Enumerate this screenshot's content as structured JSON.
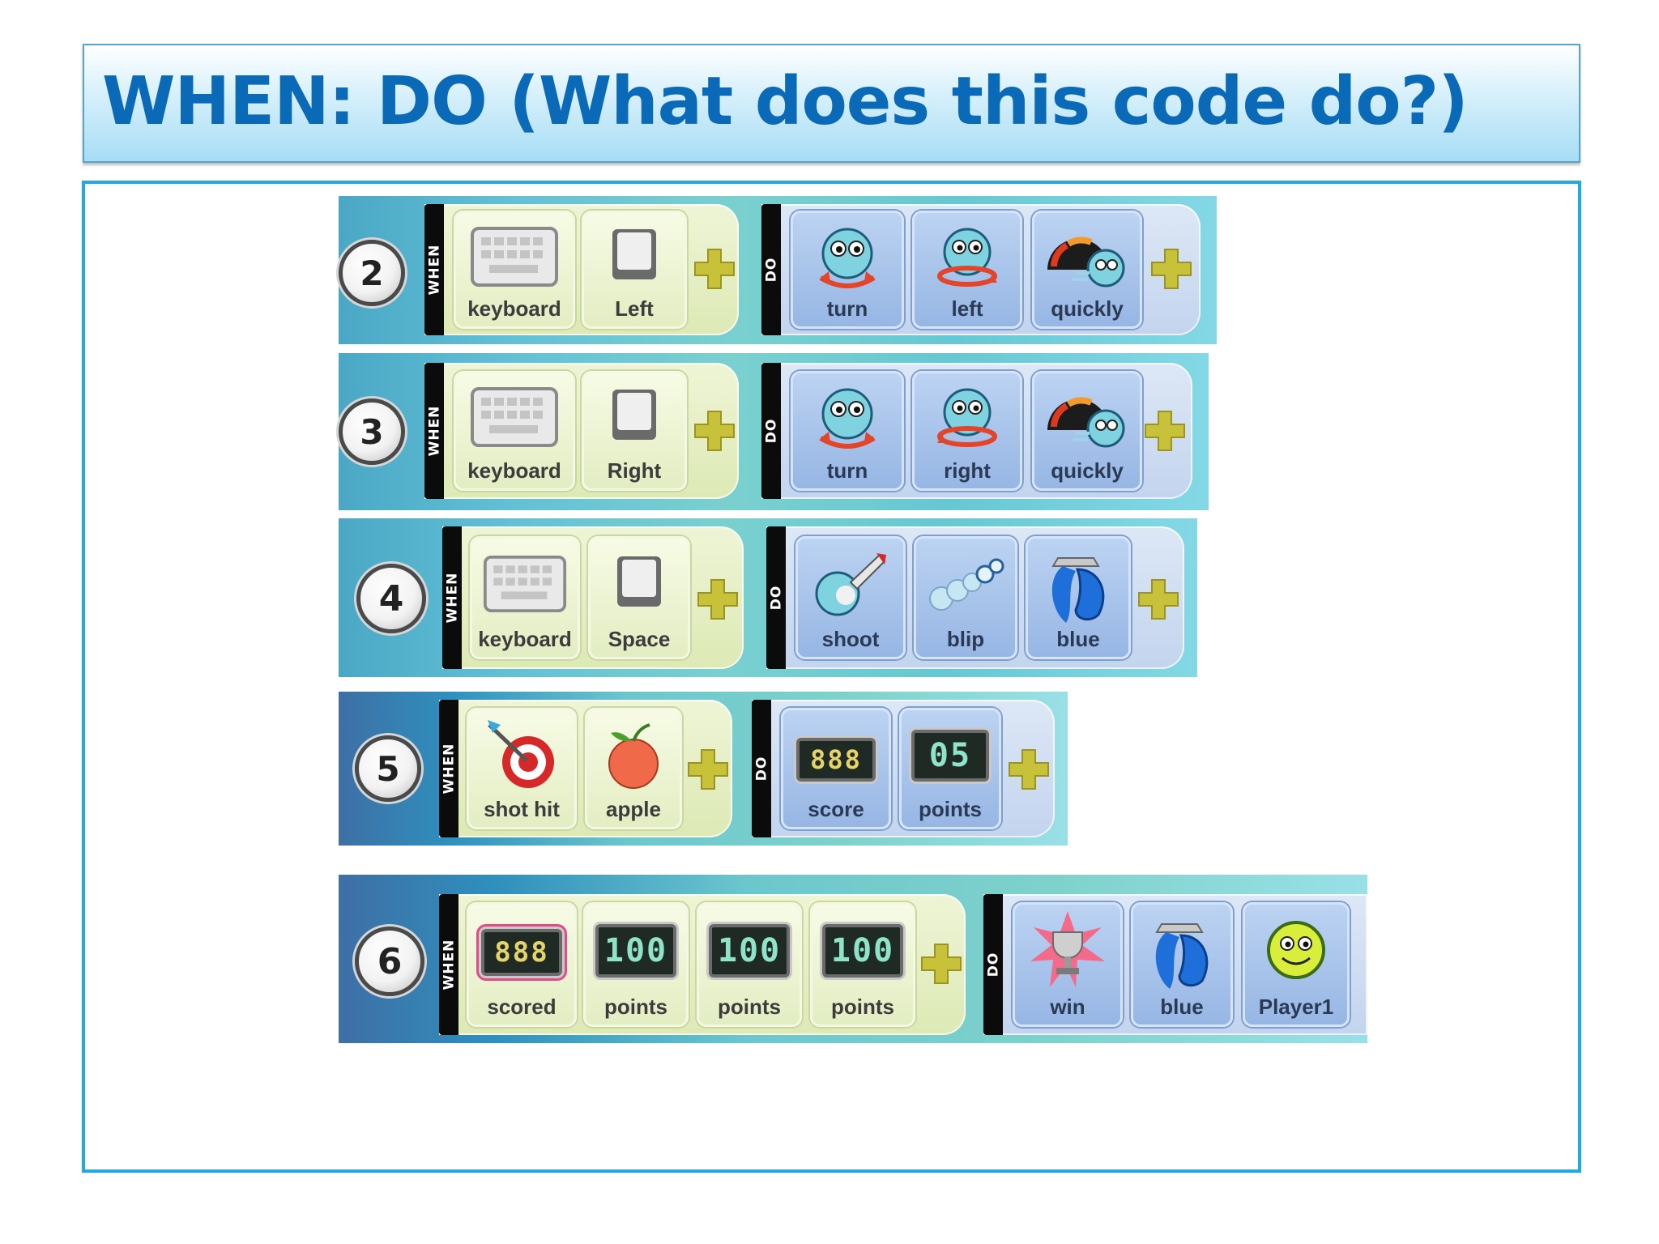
{
  "slide": {
    "title": "WHEN: DO (What does this code do?)"
  },
  "panel_labels": {
    "when": "WHEN",
    "do": "DO"
  },
  "rules": [
    {
      "number": "2",
      "when": [
        {
          "label": "keyboard",
          "icon": "keyboard-icon"
        },
        {
          "label": "Left",
          "icon": "key-icon"
        }
      ],
      "do": [
        {
          "label": "turn",
          "icon": "turn-icon"
        },
        {
          "label": "left",
          "icon": "rotate-left-icon"
        },
        {
          "label": "quickly",
          "icon": "speedometer-icon"
        }
      ]
    },
    {
      "number": "3",
      "when": [
        {
          "label": "keyboard",
          "icon": "keyboard-icon"
        },
        {
          "label": "Right",
          "icon": "key-icon"
        }
      ],
      "do": [
        {
          "label": "turn",
          "icon": "turn-icon"
        },
        {
          "label": "right",
          "icon": "rotate-right-icon"
        },
        {
          "label": "quickly",
          "icon": "speedometer-icon"
        }
      ]
    },
    {
      "number": "4",
      "when": [
        {
          "label": "keyboard",
          "icon": "keyboard-icon"
        },
        {
          "label": "Space",
          "icon": "key-icon"
        }
      ],
      "do": [
        {
          "label": "shoot",
          "icon": "rocket-icon"
        },
        {
          "label": "blip",
          "icon": "blip-icon"
        },
        {
          "label": "blue",
          "icon": "blue-paint-icon"
        }
      ]
    },
    {
      "number": "5",
      "when": [
        {
          "label": "shot hit",
          "icon": "target-icon"
        },
        {
          "label": "apple",
          "icon": "apple-icon"
        }
      ],
      "do": [
        {
          "label": "score",
          "icon": "score-icon",
          "display": "888"
        },
        {
          "label": "points",
          "icon": "points-display-icon",
          "display": "05"
        }
      ]
    },
    {
      "number": "6",
      "when": [
        {
          "label": "scored",
          "icon": "scored-icon",
          "display": "888"
        },
        {
          "label": "points",
          "icon": "points-display-icon",
          "display": "100"
        },
        {
          "label": "points",
          "icon": "points-display-icon",
          "display": "100"
        },
        {
          "label": "points",
          "icon": "points-display-icon",
          "display": "100"
        }
      ],
      "do": [
        {
          "label": "win",
          "icon": "trophy-icon"
        },
        {
          "label": "blue",
          "icon": "blue-paint-icon"
        },
        {
          "label": "Player1",
          "icon": "player-face-icon"
        }
      ]
    }
  ],
  "colors": {
    "title_text": "#0a6ab8",
    "frame_border": "#22a9e1",
    "when_panel": "#dde9b5",
    "do_panel": "#c3d4ee",
    "plus": "#c8c23a"
  }
}
